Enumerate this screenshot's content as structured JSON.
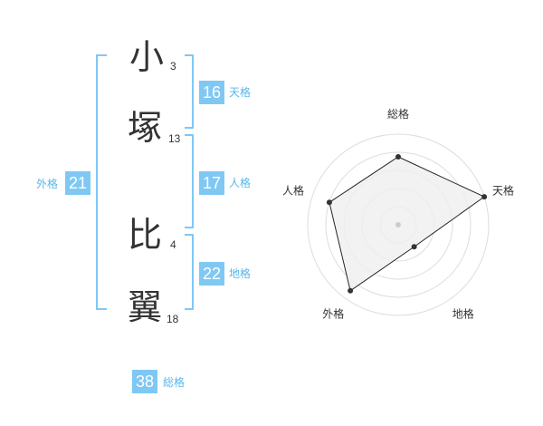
{
  "name_chars": [
    {
      "char": "小",
      "strokes": "3"
    },
    {
      "char": "塚",
      "strokes": "13"
    },
    {
      "char": "比",
      "strokes": "4"
    },
    {
      "char": "翼",
      "strokes": "18"
    }
  ],
  "kaku": {
    "tenkaku": {
      "value": "16",
      "label": "天格"
    },
    "jinkaku": {
      "value": "17",
      "label": "人格"
    },
    "chikaku": {
      "value": "22",
      "label": "地格"
    },
    "gaikaku": {
      "value": "21",
      "label": "外格"
    },
    "soukaku": {
      "value": "38",
      "label": "総格"
    }
  },
  "colors": {
    "accent": "#7fc8f4",
    "accent_text": "#5bb5e8",
    "polygon_fill": "#efefef",
    "ring": "#dddddd"
  },
  "chart_data": {
    "type": "radar",
    "axes": [
      "総格",
      "天格",
      "地格",
      "外格",
      "人格"
    ],
    "values": [
      0.75,
      1.0,
      0.3,
      0.9,
      0.8
    ],
    "max": 1.0,
    "rings": 5
  }
}
